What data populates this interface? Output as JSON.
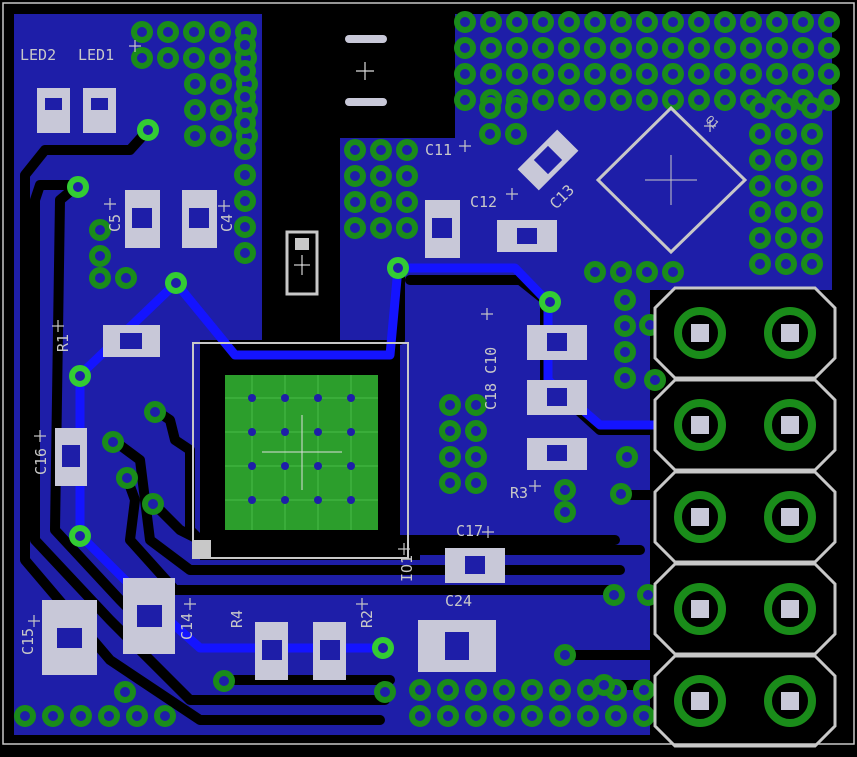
{
  "labels": {
    "led2": "LED2",
    "led1": "LED1",
    "c5": "C5",
    "c4": "C4",
    "r1": "R1",
    "c16": "C16",
    "c15": "C15",
    "c14": "C14",
    "r4": "R4",
    "r2": "R2",
    "c11": "C11",
    "c12": "C12",
    "c13": "C13",
    "c18_c10": "C18 C10",
    "r3": "R3",
    "c17": "C17",
    "c24": "C24",
    "io": "IO1",
    "q1": "Q1"
  },
  "colors": {
    "board": "#000000",
    "copper_pour": "#1e1ea8",
    "trace": "#1414ff",
    "via_ring": "#1a8c1a",
    "pad": "#c8c8d8",
    "silkscreen": "#c8c8c8",
    "thermal_pad": "#2c9e2c"
  }
}
